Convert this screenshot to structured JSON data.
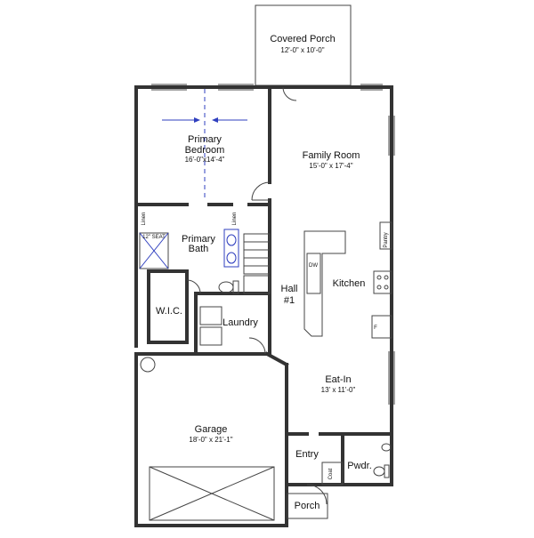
{
  "rooms": {
    "covered_porch": {
      "name": "Covered Porch",
      "dims": "12'-0\" x 10'-0\""
    },
    "primary_bedroom": {
      "name_line1": "Primary",
      "name_line2": "Bedroom",
      "dims": "16'-0\"x14'-4\""
    },
    "family_room": {
      "name": "Family Room",
      "dims": "15'-0\" x 17'-4\""
    },
    "primary_bath": {
      "name_line1": "Primary",
      "name_line2": "Bath"
    },
    "hall": {
      "name_line1": "Hall",
      "name_line2": "#1"
    },
    "kitchen": {
      "name": "Kitchen"
    },
    "wic": {
      "name": "W.I.C."
    },
    "laundry": {
      "name": "Laundry"
    },
    "eat_in": {
      "name": "Eat-In",
      "dims": "13' x 11'-0\""
    },
    "garage": {
      "name": "Garage",
      "dims": "18'-0\" x 21'-1\""
    },
    "entry": {
      "name": "Entry"
    },
    "powder": {
      "name": "Pwdr."
    },
    "porch": {
      "name": "Porch"
    }
  },
  "labels": {
    "linen": "Linen",
    "pantry": "Pantry",
    "coat": "Coat",
    "dw": "DW",
    "refrigerator": "F",
    "shower_seat": "12\" SEAT"
  }
}
